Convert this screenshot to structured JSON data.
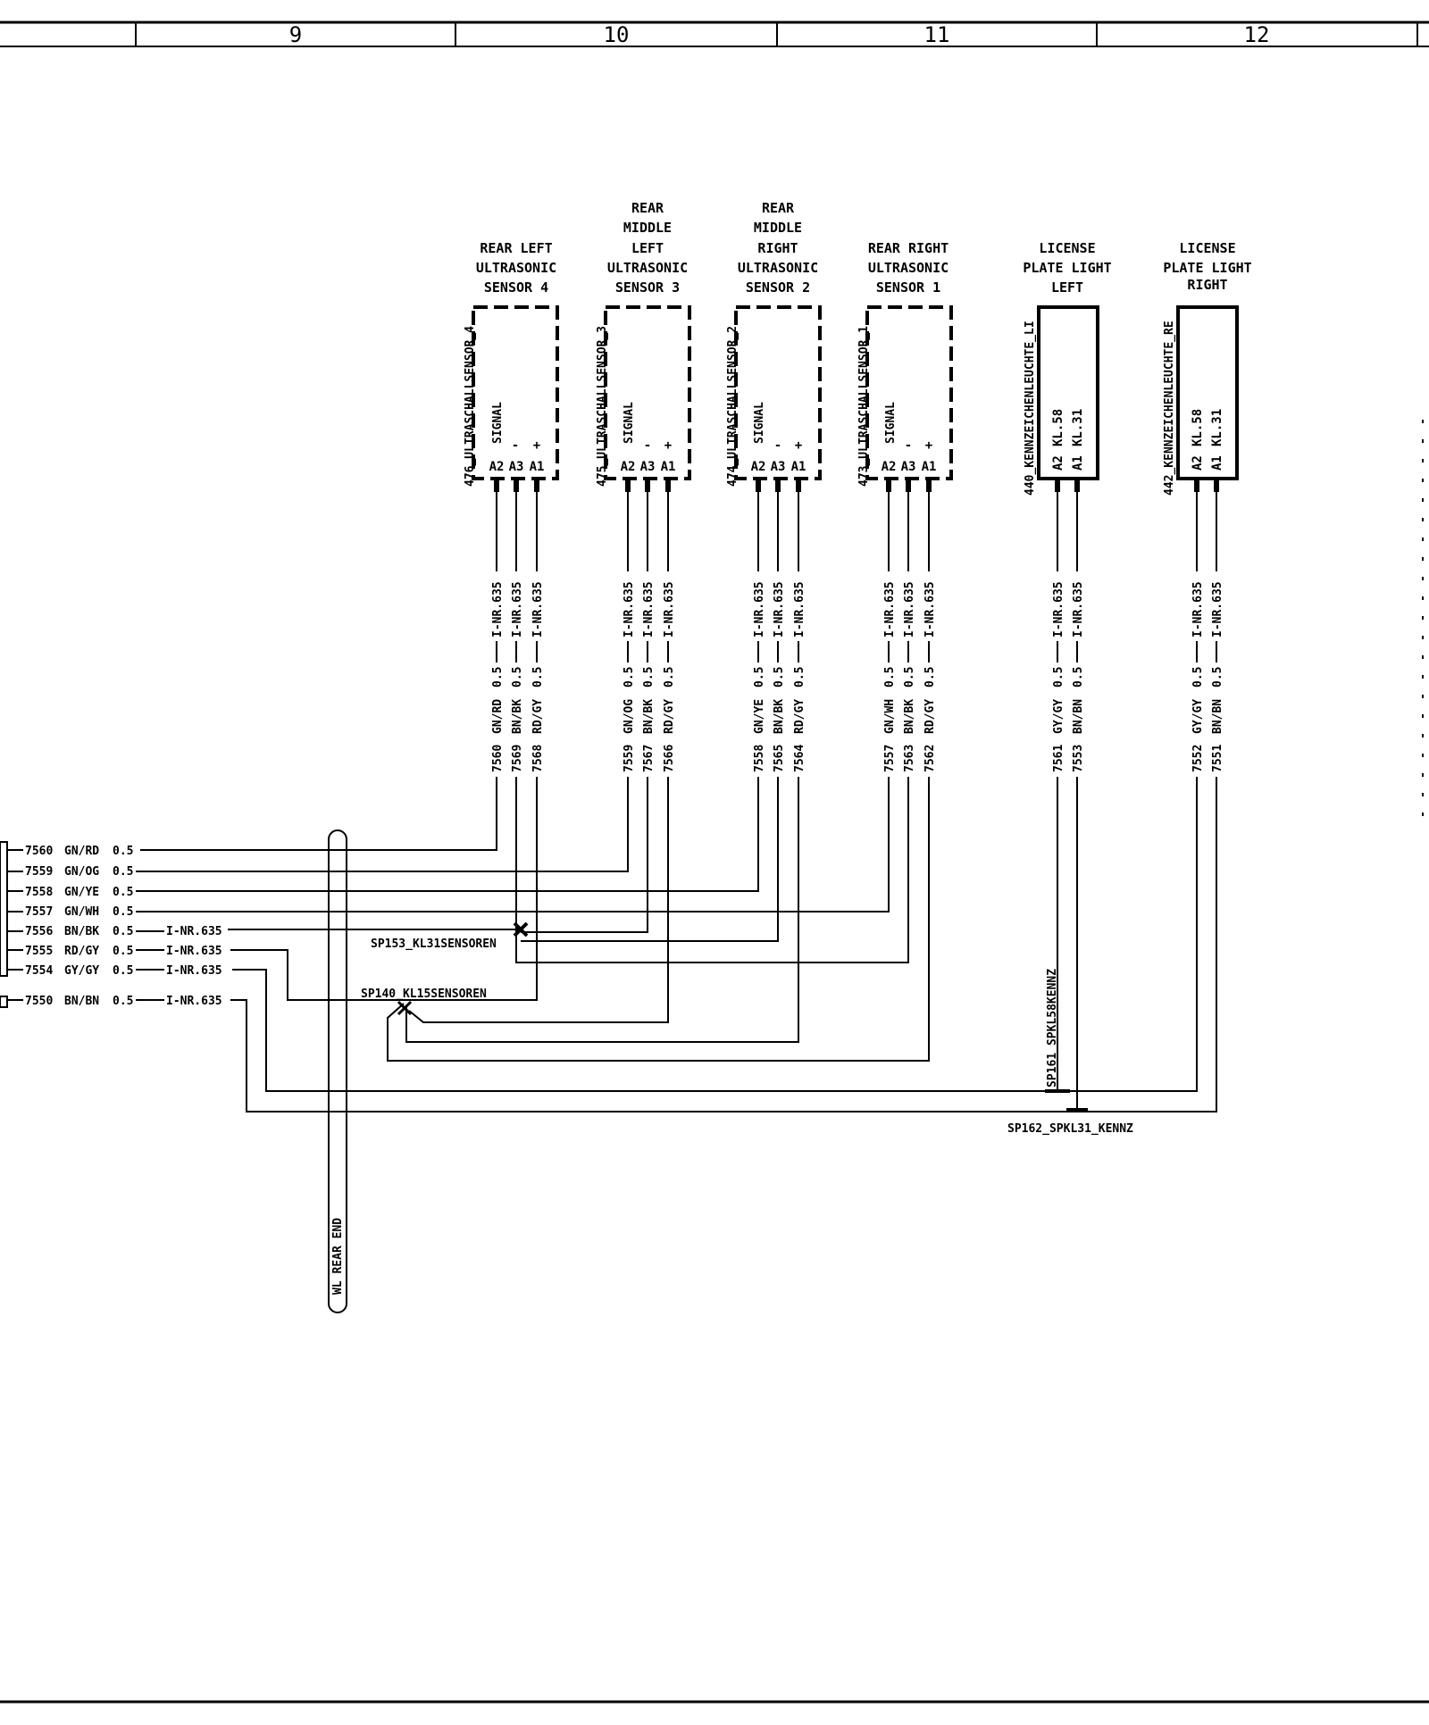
{
  "zones": [
    "9",
    "10",
    "11",
    "12"
  ],
  "sensors": [
    {
      "title": [
        "REAR LEFT",
        "ULTRASONIC",
        "SENSOR 4"
      ],
      "id": "476_ULTRASCHALLSENSOR_4",
      "wires": [
        {
          "pin": "A2",
          "num": "7560",
          "color": "GN/RD",
          "size": "0.5",
          "inr": "I-NR.635"
        },
        {
          "pin": "A3",
          "num": "7569",
          "color": "BN/BK",
          "size": "0.5",
          "inr": "I-NR.635"
        },
        {
          "pin": "A1",
          "num": "7568",
          "color": "RD/GY",
          "size": "0.5",
          "inr": "I-NR.635"
        }
      ]
    },
    {
      "title": [
        "REAR",
        "MIDDLE",
        "LEFT",
        "ULTRASONIC",
        "SENSOR 3"
      ],
      "id": "475_ULTRASCHALLSENSOR_3",
      "wires": [
        {
          "pin": "A2",
          "num": "7559",
          "color": "GN/OG",
          "size": "0.5",
          "inr": "I-NR.635"
        },
        {
          "pin": "A3",
          "num": "7567",
          "color": "BN/BK",
          "size": "0.5",
          "inr": "I-NR.635"
        },
        {
          "pin": "A1",
          "num": "7566",
          "color": "RD/GY",
          "size": "0.5",
          "inr": "I-NR.635"
        }
      ]
    },
    {
      "title": [
        "REAR",
        "MIDDLE",
        "RIGHT",
        "ULTRASONIC",
        "SENSOR 2"
      ],
      "id": "474_ULTRASCHALLSENSOR_2",
      "wires": [
        {
          "pin": "A2",
          "num": "7558",
          "color": "GN/YE",
          "size": "0.5",
          "inr": "I-NR.635"
        },
        {
          "pin": "A3",
          "num": "7565",
          "color": "BN/BK",
          "size": "0.5",
          "inr": "I-NR.635"
        },
        {
          "pin": "A1",
          "num": "7564",
          "color": "RD/GY",
          "size": "0.5",
          "inr": "I-NR.635"
        }
      ]
    },
    {
      "title": [
        "REAR RIGHT",
        "ULTRASONIC",
        "SENSOR 1"
      ],
      "id": "473_ULTRASCHALLSENSOR_1",
      "wires": [
        {
          "pin": "A2",
          "num": "7557",
          "color": "GN/WH",
          "size": "0.5",
          "inr": "I-NR.635"
        },
        {
          "pin": "A3",
          "num": "7563",
          "color": "BN/BK",
          "size": "0.5",
          "inr": "I-NR.635"
        },
        {
          "pin": "A1",
          "num": "7562",
          "color": "RD/GY",
          "size": "0.5",
          "inr": "I-NR.635"
        }
      ]
    }
  ],
  "sensor_signal": "SIGNAL",
  "sensor_minus": "-",
  "sensor_plus": "+",
  "lights": [
    {
      "title": [
        "LICENSE",
        "PLATE LIGHT",
        "LEFT"
      ],
      "id": "440_KENNZEICHENLEUCHTE_LI",
      "func": [
        "KL.58",
        "KL.31"
      ],
      "wires": [
        {
          "pin": "A2",
          "num": "7561",
          "color": "GY/GY",
          "size": "0.5",
          "inr": "I-NR.635"
        },
        {
          "pin": "A1",
          "num": "7553",
          "color": "BN/BN",
          "size": "0.5",
          "inr": "I-NR.635"
        }
      ]
    },
    {
      "title": [
        "LICENSE",
        "PLATE LIGHT",
        "RIGHT"
      ],
      "id": "442_KENNZEICHENLEUCHTE_RE",
      "func": [
        "KL.58",
        "KL.31"
      ],
      "wires": [
        {
          "pin": "A2",
          "num": "7552",
          "color": "GY/GY",
          "size": "0.5",
          "inr": "I-NR.635"
        },
        {
          "pin": "A1",
          "num": "7551",
          "color": "BN/BN",
          "size": "0.5",
          "inr": "I-NR.635"
        }
      ]
    }
  ],
  "left_wires": [
    {
      "num": "7560",
      "color": "GN/RD",
      "size": "0.5",
      "inr": ""
    },
    {
      "num": "7559",
      "color": "GN/OG",
      "size": "0.5",
      "inr": ""
    },
    {
      "num": "7558",
      "color": "GN/YE",
      "size": "0.5",
      "inr": ""
    },
    {
      "num": "7557",
      "color": "GN/WH",
      "size": "0.5",
      "inr": ""
    },
    {
      "num": "7556",
      "color": "BN/BK",
      "size": "0.5",
      "inr": "I-NR.635"
    },
    {
      "num": "7555",
      "color": "RD/GY",
      "size": "0.5",
      "inr": "I-NR.635"
    },
    {
      "num": "7554",
      "color": "GY/GY",
      "size": "0.5",
      "inr": "I-NR.635"
    },
    {
      "num": "7550",
      "color": "BN/BN",
      "size": "0.5",
      "inr": "I-NR.635"
    }
  ],
  "splices": {
    "kl31_sensoren": "SP153_KL31SENSOREN",
    "kl15_sensoren": "SP140_KL15SENSOREN",
    "spkl58": "SP161_SPKL58KENNZ",
    "spkl31": "SP162_SPKL31_KENNZ"
  },
  "harness_label": "WL REAR END"
}
